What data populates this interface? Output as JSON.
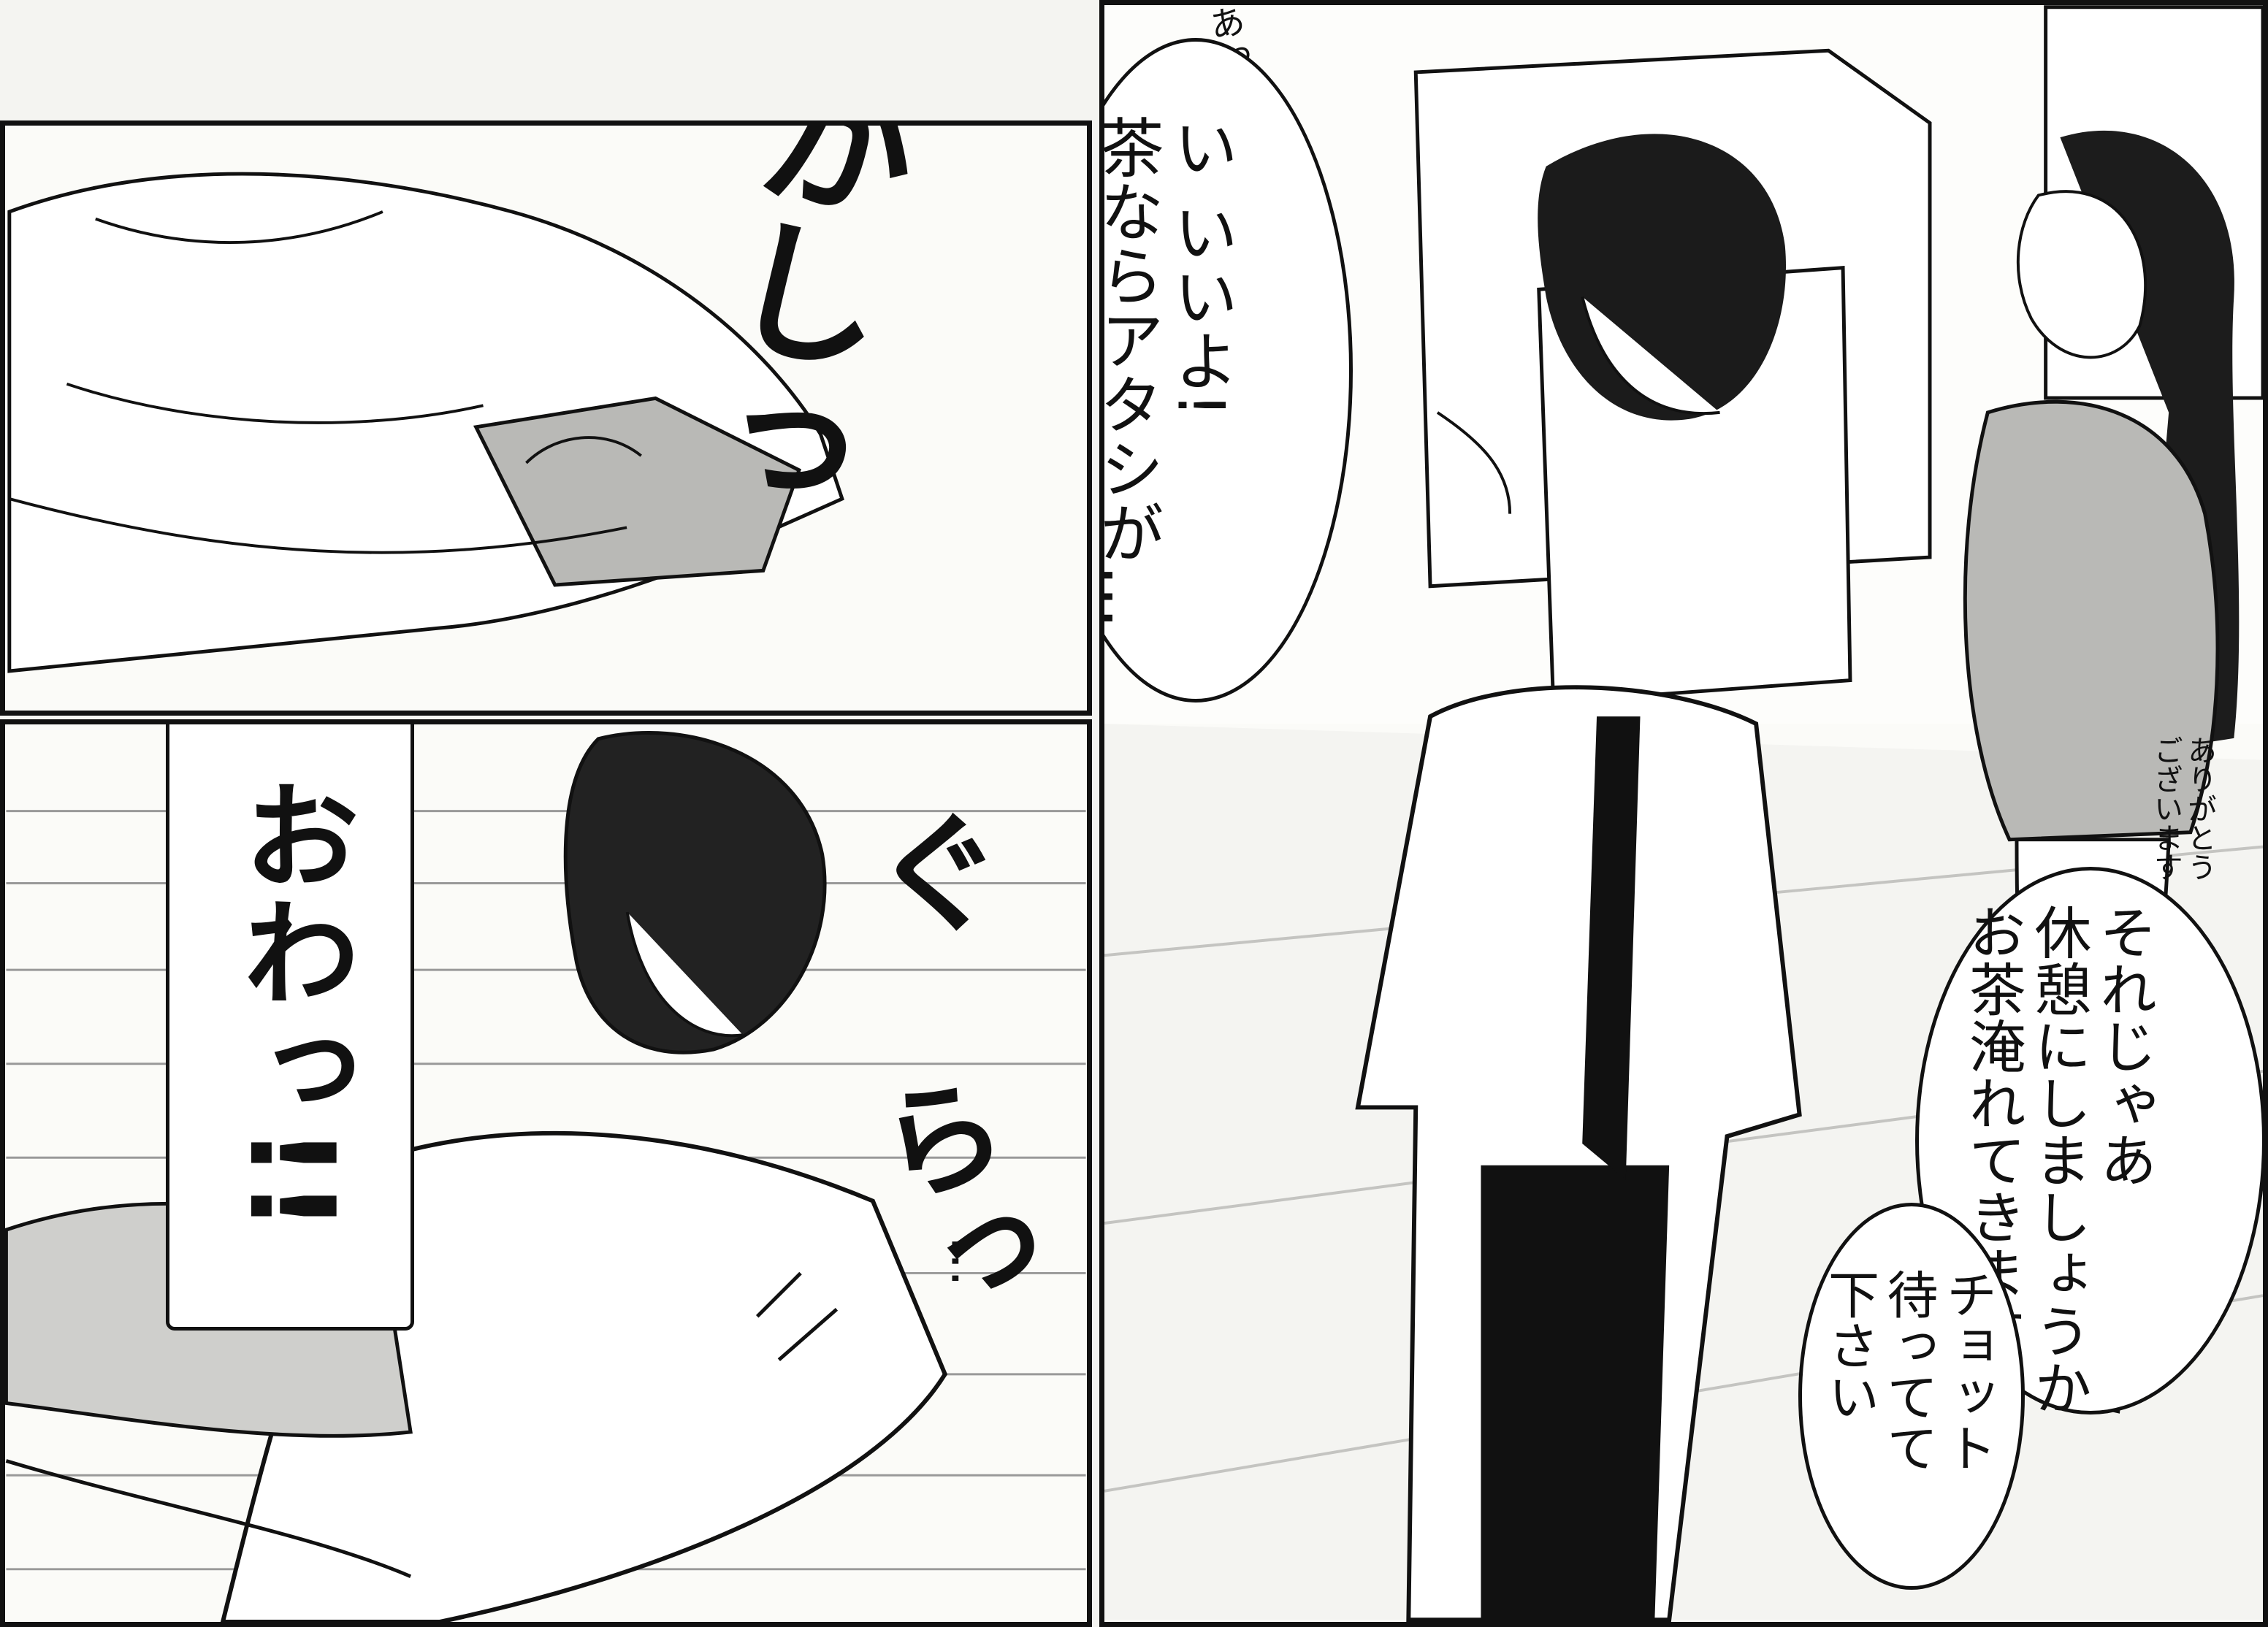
{
  "panel_top_left": {
    "sfx": "がしっ"
  },
  "panel_bottom_left": {
    "speech": "おわっ!!",
    "sfx_1": "ぐ",
    "sfx_2": "らっ",
    "dots": "…"
  },
  "panel_right": {
    "small_text_top": "あっ",
    "speech_1": "い いいよ!\n茶ならアタシが…",
    "speech_2": "それじゃあ\n休憩にしましょうか\nお茶淹れてきますね",
    "speech_3": "チョット\n待ってて\n下さい",
    "small_text_side": "ありがとう\nございます"
  },
  "colors": {
    "ink": "#111111",
    "paper": "#fbfbf8",
    "tone": "#b9b9b6"
  }
}
